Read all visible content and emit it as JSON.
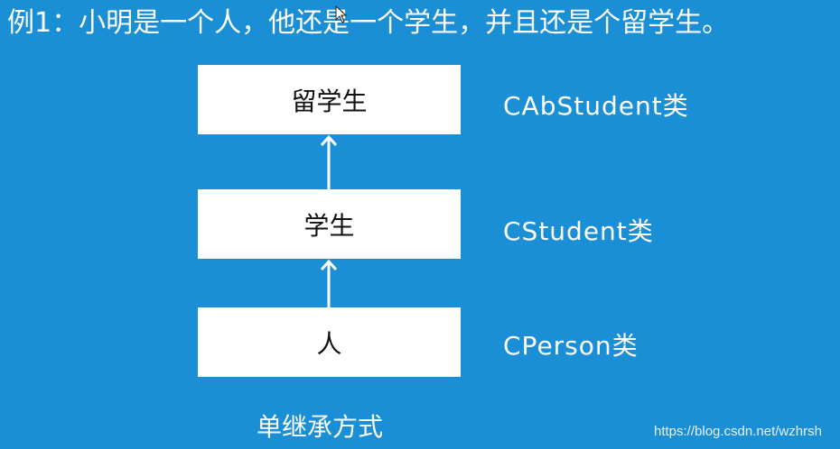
{
  "title": "例1：小明是一个人，他还是一个学生，并且还是个留学生。",
  "boxes": {
    "abstudent": "留学生",
    "student": "学生",
    "person": "人"
  },
  "labels": {
    "abstudent": "CAbStudent类",
    "student": "CStudent类",
    "person": "CPerson类"
  },
  "caption": "单继承方式",
  "watermark": "https://blog.csdn.net/wzhrsh",
  "colors": {
    "background": "#1a8fd6",
    "box": "#ffffff",
    "arrow": "#ffffff"
  },
  "icons": {
    "cursor": "mouse-pointer-icon"
  }
}
